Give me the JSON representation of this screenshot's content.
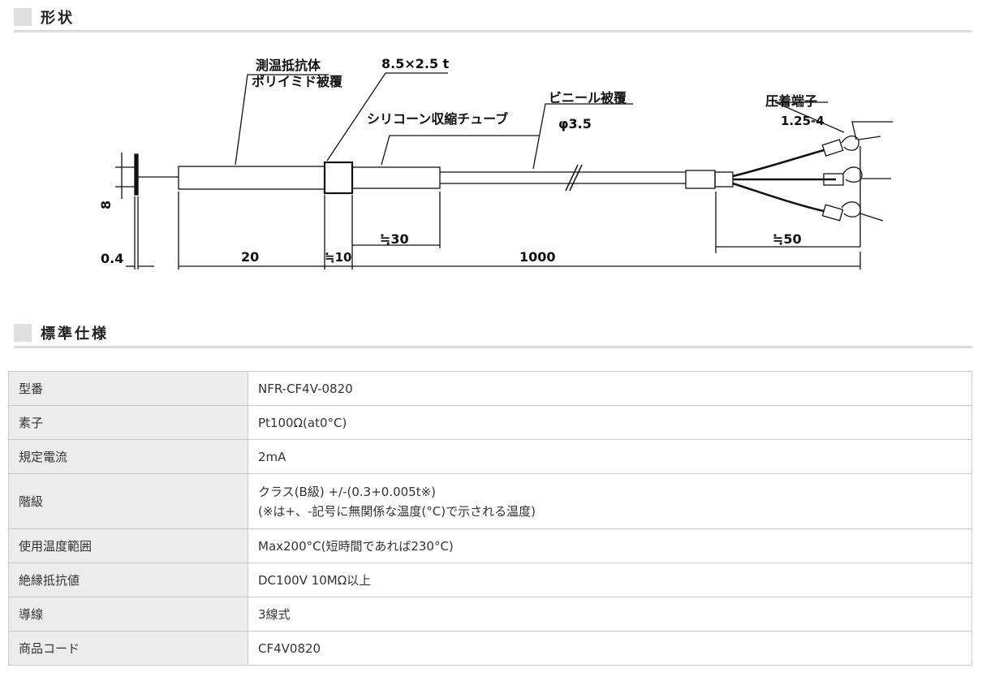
{
  "sections": {
    "shape_title": "形状",
    "spec_title": "標準仕様"
  },
  "diagram": {
    "label_rtd": "測温抵抗体",
    "label_coating": "ポリイミド被覆",
    "label_sleeve_size": "8.5×2.5 t",
    "label_silicone": "シリコーン収縮チューブ",
    "label_vinyl": "ビニール被覆",
    "label_phi": "φ3.5",
    "label_terminal": "圧着端子",
    "label_terminal_size": "1.25-4",
    "dim_diameter": "8",
    "dim_thickness": "0.4",
    "dim_sensor_len": "20",
    "dim_sleeve_len": "≒10",
    "dim_tube_len": "≒30",
    "dim_lead_len": "1000",
    "dim_wire_end": "≒50"
  },
  "spec": {
    "rows": [
      {
        "key": "型番",
        "value": "NFR-CF4V-0820"
      },
      {
        "key": "素子",
        "value": "Pt100Ω(at0°C)"
      },
      {
        "key": "規定電流",
        "value": "2mA"
      },
      {
        "key": "階級",
        "value": "クラス(B級) +/-(0.3+0.005t※)",
        "value2": "(※は+、-記号に無関係な温度(°C)で示される温度)"
      },
      {
        "key": "使用温度範囲",
        "value": "Max200°C(短時間であれば230°C)"
      },
      {
        "key": "絶縁抵抗値",
        "value": "DC100V  10MΩ以上"
      },
      {
        "key": "導線",
        "value": "3線式"
      },
      {
        "key": "商品コード",
        "value": "CF4V0820"
      }
    ]
  }
}
